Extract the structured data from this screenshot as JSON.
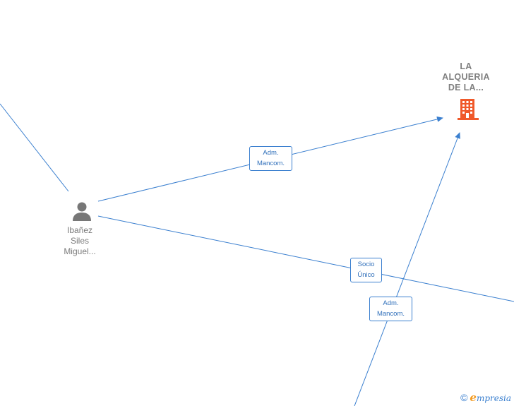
{
  "nodes": {
    "company": {
      "label_lines": [
        "LA",
        "ALQUERIA",
        "DE LA..."
      ],
      "icon": "building-icon",
      "color": "#f0592a"
    },
    "person": {
      "label_lines": [
        "Ibañez",
        "Siles",
        "Miguel..."
      ],
      "icon": "person-icon",
      "color": "#777777"
    }
  },
  "edges": [
    {
      "label_lines": [
        "Adm.",
        "Mancom."
      ]
    },
    {
      "label_lines": [
        "Socio",
        "Único"
      ]
    },
    {
      "label_lines": [
        "Adm.",
        "Mancom."
      ]
    }
  ],
  "colors": {
    "edge": "#3a7fcf",
    "company_icon": "#f0592a",
    "person_icon": "#777777",
    "brand_accent": "#f39b22"
  },
  "watermark": {
    "copyright": "©",
    "brand_initial": "e",
    "brand_rest": "mpresia"
  }
}
